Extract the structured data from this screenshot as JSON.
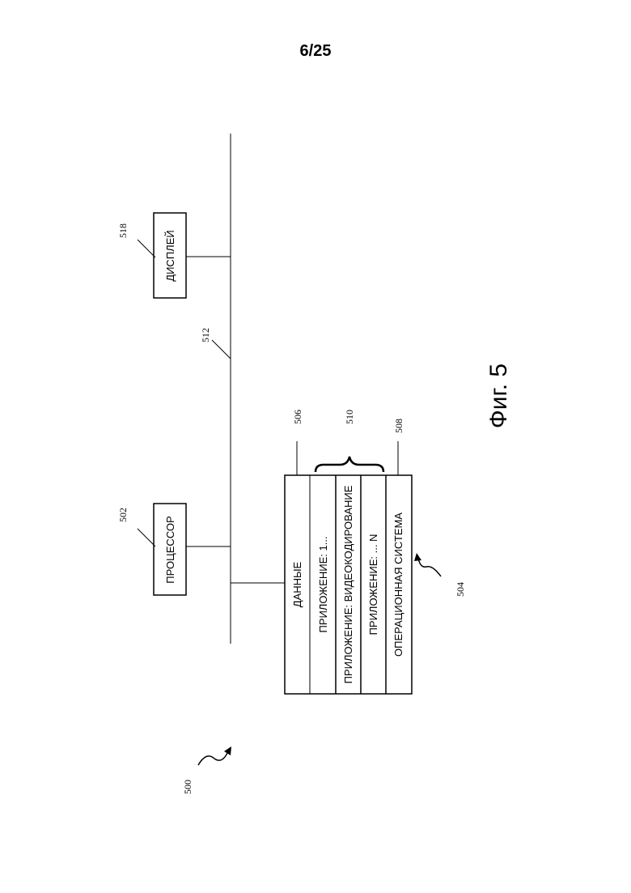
{
  "page": {
    "number": "6/25"
  },
  "figure": {
    "caption": "Фиг. 5"
  },
  "refs": {
    "system": "500",
    "processor": "502",
    "memory": "504",
    "data": "506",
    "os": "508",
    "apps_group": "510",
    "bus": "512",
    "display": "518"
  },
  "boxes": {
    "processor": "ПРОЦЕССОР",
    "display": "ДИСПЛЕЙ"
  },
  "memory_rows": [
    "ДАННЫЕ",
    "ПРИЛОЖЕНИЕ: 1...",
    "ПРИЛОЖЕНИЕ: ВИДЕОКОДИРОВАНИЕ",
    "ПРИЛОЖЕНИЕ: ... N",
    "ОПЕРАЦИОННАЯ СИСТЕМА"
  ]
}
